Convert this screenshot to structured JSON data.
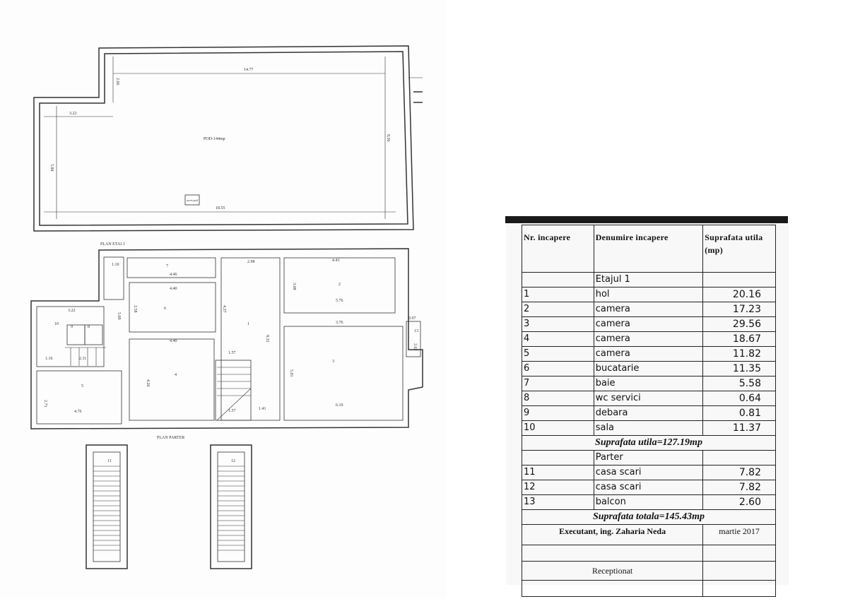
{
  "attic": {
    "title": "POD-144mp",
    "dims": [
      "14.77",
      "18.55",
      "3.22",
      "5.84",
      "8.36",
      "2.66"
    ],
    "label": "acces pod"
  },
  "floor_label": "PLAN ETAJ 1",
  "ground_label": "PLAN PARTER",
  "room_numbers": [
    "1",
    "2",
    "3",
    "4",
    "5",
    "6",
    "7",
    "8",
    "9",
    "10",
    "11",
    "12",
    "13"
  ],
  "dims": [
    "4.46",
    "4.40",
    "4.40",
    "2.98",
    "4.43",
    "1.10",
    "2.58",
    "3.08",
    "5.09",
    "4.37",
    "8.32",
    "1.57",
    "1.57",
    "1.41",
    "6.10",
    "4.76",
    "2.71",
    "1.16",
    "2.11",
    "3.22",
    "0.97",
    "2.62",
    "5.01",
    "4.26",
    "5.76",
    "3.76"
  ],
  "table": {
    "headers": [
      "Nr. incapere",
      "Denumire incapere",
      "Suprafata utila (mp)"
    ],
    "section1": "Etajul 1",
    "rows1": [
      {
        "nr": "1",
        "name": "hol",
        "area": "20.16"
      },
      {
        "nr": "2",
        "name": "camera",
        "area": "17.23"
      },
      {
        "nr": "3",
        "name": "camera",
        "area": "29.56"
      },
      {
        "nr": "4",
        "name": "camera",
        "area": "18.67"
      },
      {
        "nr": "5",
        "name": "camera",
        "area": "11.82"
      },
      {
        "nr": "6",
        "name": "bucatarie",
        "area": "11.35"
      },
      {
        "nr": "7",
        "name": "baie",
        "area": "5.58"
      },
      {
        "nr": "8",
        "name": "wc servici",
        "area": "0.64"
      },
      {
        "nr": "9",
        "name": "debara",
        "area": "0.81"
      },
      {
        "nr": "10",
        "name": "sala",
        "area": "11.37"
      }
    ],
    "subtotal": "Suprafata utila=127.19mp",
    "section2": "Parter",
    "rows2": [
      {
        "nr": "11",
        "name": "casa scari",
        "area": "7.82"
      },
      {
        "nr": "12",
        "name": "casa scari",
        "area": "7.82"
      },
      {
        "nr": "13",
        "name": "balcon",
        "area": "2.60"
      }
    ],
    "total": "Suprafata totala=145.43mp",
    "executant": "Executant, ing. Zaharia Neda",
    "date": "martie 2017",
    "receptionat": "Receptionat"
  }
}
